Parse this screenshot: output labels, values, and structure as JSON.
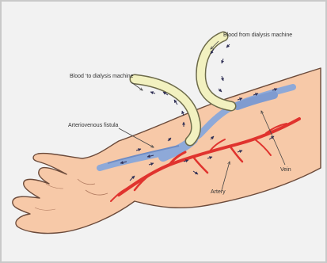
{
  "labels": {
    "blood_from": "Blood from dialysis machine",
    "blood_to": "Blood ‘to dialysis machine",
    "fistula": "Arteriovenous fistula",
    "vein": "Vein",
    "artery": "Artery"
  },
  "colors": {
    "background": "#f2f2f2",
    "skin": "#f7c9a8",
    "skin_outline": "#6b4a3a",
    "tube": "#f2f1c0",
    "tube_outline": "#6d6b4a",
    "vein": "#8ea9d8",
    "artery": "#e0332e",
    "arrow": "#2f2f55"
  }
}
